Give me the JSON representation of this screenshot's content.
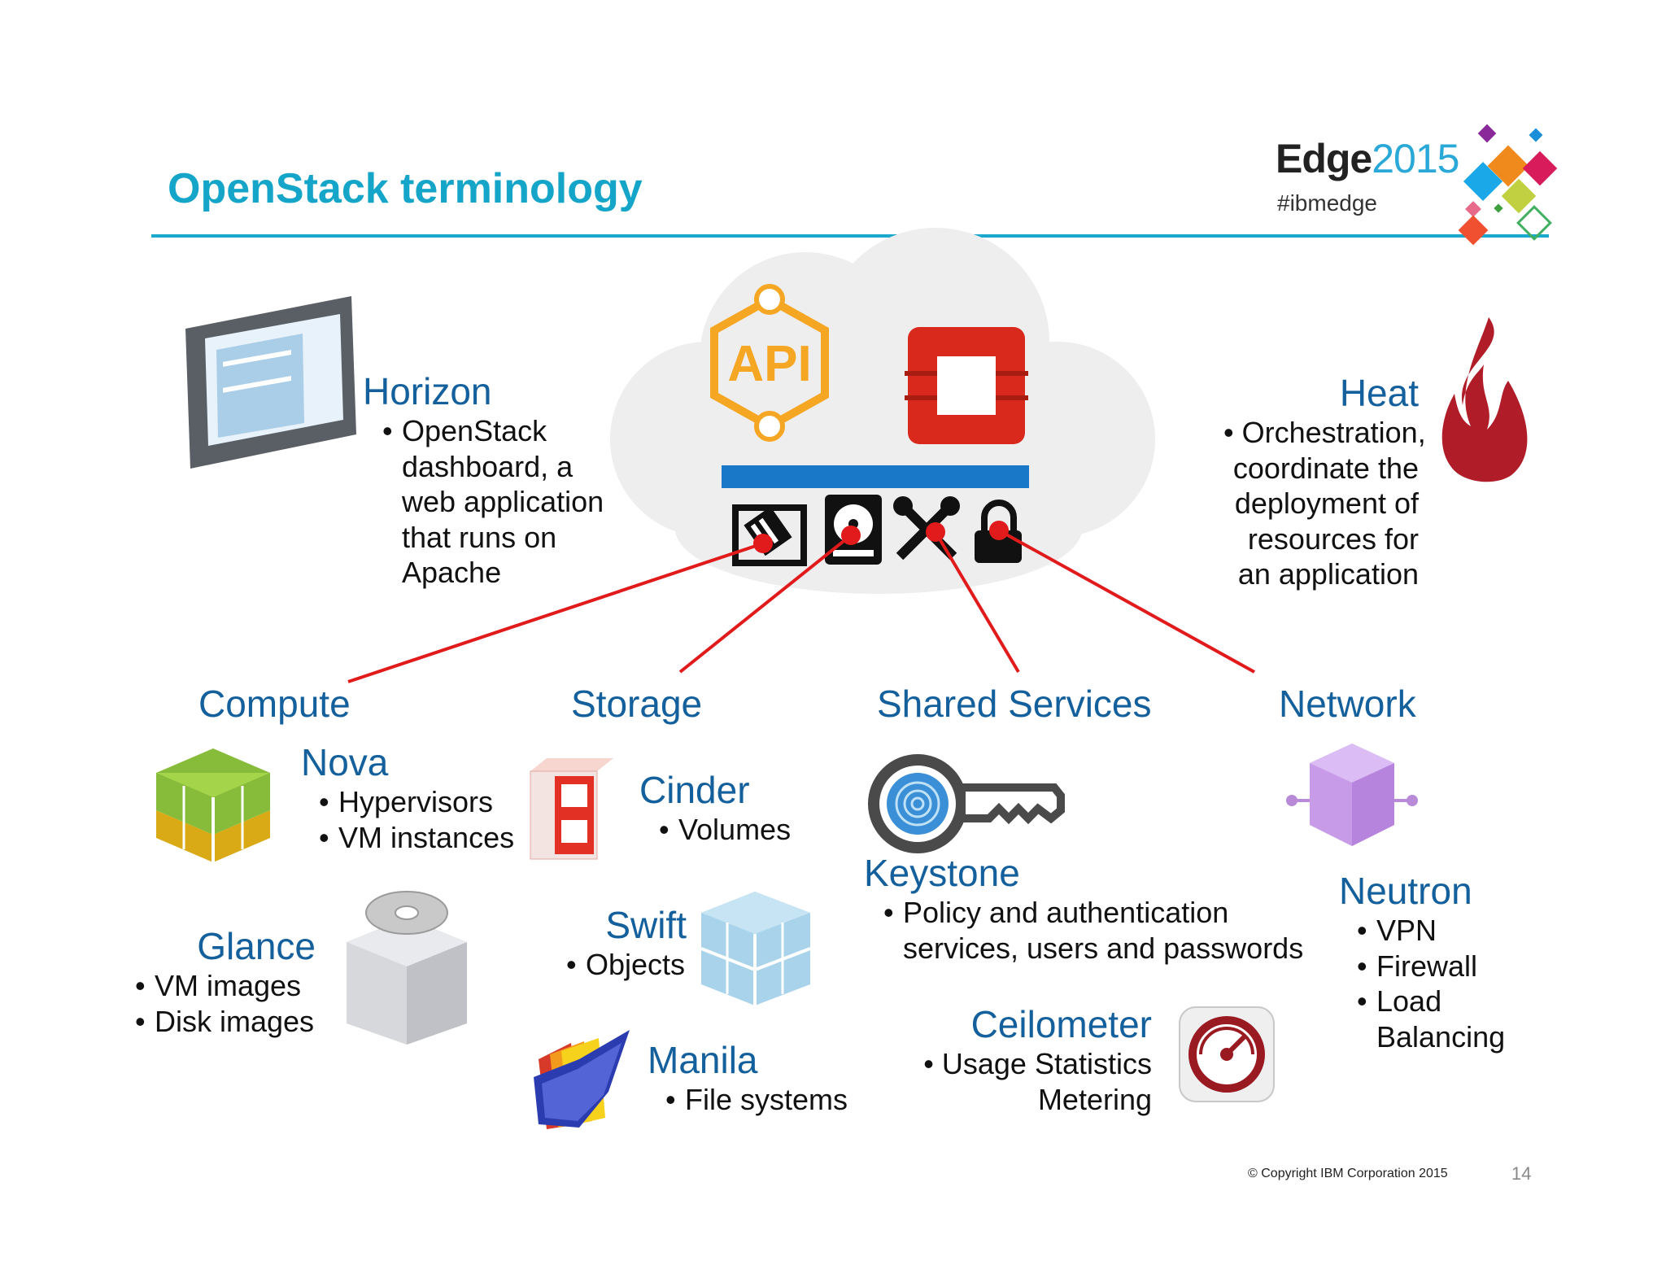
{
  "header": {
    "title": "OpenStack terminology",
    "brand_name": "Edge",
    "brand_year": "2015",
    "hashtag": "#ibmedge"
  },
  "center_icons": {
    "api_label": "API"
  },
  "horizon": {
    "name": "Horizon",
    "bullets": [
      "OpenStack",
      "dashboard, a",
      "web application",
      "that runs on",
      "Apache"
    ]
  },
  "heat": {
    "name": "Heat",
    "bullets": [
      "Orchestration,",
      "coordinate the",
      "deployment of",
      "resources for",
      "an application"
    ]
  },
  "categories": {
    "compute": "Compute",
    "storage": "Storage",
    "shared_services": "Shared Services",
    "network": "Network"
  },
  "nova": {
    "name": "Nova",
    "items": [
      "Hypervisors",
      "VM instances"
    ]
  },
  "glance": {
    "name": "Glance",
    "items": [
      "VM images",
      "Disk images"
    ]
  },
  "cinder": {
    "name": "Cinder",
    "items": [
      "Volumes"
    ]
  },
  "swift": {
    "name": "Swift",
    "items": [
      "Objects"
    ]
  },
  "manila": {
    "name": "Manila",
    "items": [
      "File systems"
    ]
  },
  "keystone": {
    "name": "Keystone",
    "lines": [
      "Policy and authentication",
      "services, users and passwords"
    ]
  },
  "ceilometer": {
    "name": "Ceilometer",
    "lines": [
      "Usage Statistics",
      "Metering"
    ]
  },
  "neutron": {
    "name": "Neutron",
    "items": [
      "VPN",
      "Firewall",
      "Load"
    ],
    "continuation": "Balancing"
  },
  "footer": {
    "copyright": "© Copyright IBM Corporation 2015",
    "page": "14"
  },
  "colors": {
    "title": "#14a5c8",
    "heading": "#14609c",
    "connector": "#e11b1b",
    "accent_bar": "#1a78c8"
  }
}
